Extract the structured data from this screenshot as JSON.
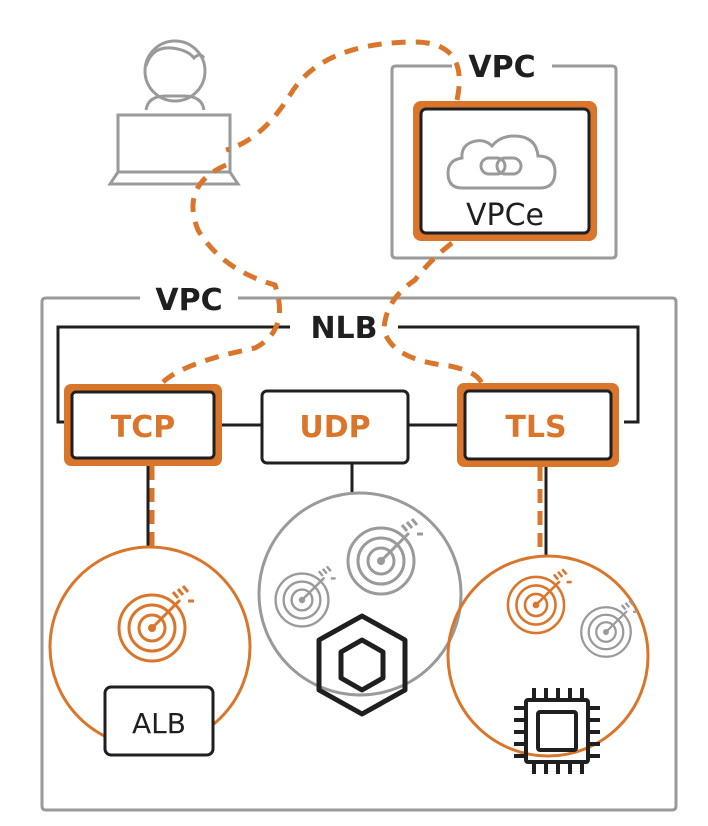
{
  "colors": {
    "accent": "#d9762b",
    "gray": "#9a9a9a",
    "dark": "#1f1f1f",
    "white": "#ffffff"
  },
  "outer_vpc": {
    "label": "VPC"
  },
  "inner_vpc": {
    "label": "VPC"
  },
  "vpc_endpoint": {
    "label": "VPCe",
    "icon": "cloud-link-icon"
  },
  "nlb": {
    "label": "NLB"
  },
  "listeners": {
    "tcp": "TCP",
    "udp": "UDP",
    "tls": "TLS"
  },
  "targets": {
    "alb": {
      "label": "ALB",
      "icon": "target-icon"
    },
    "udp_group": {
      "icons": [
        "target-icon",
        "target-icon",
        "container-icon"
      ]
    },
    "tls_group": {
      "icons": [
        "target-icon",
        "target-icon",
        "chip-icon"
      ]
    }
  },
  "client": {
    "icon": "user-laptop-icon"
  }
}
